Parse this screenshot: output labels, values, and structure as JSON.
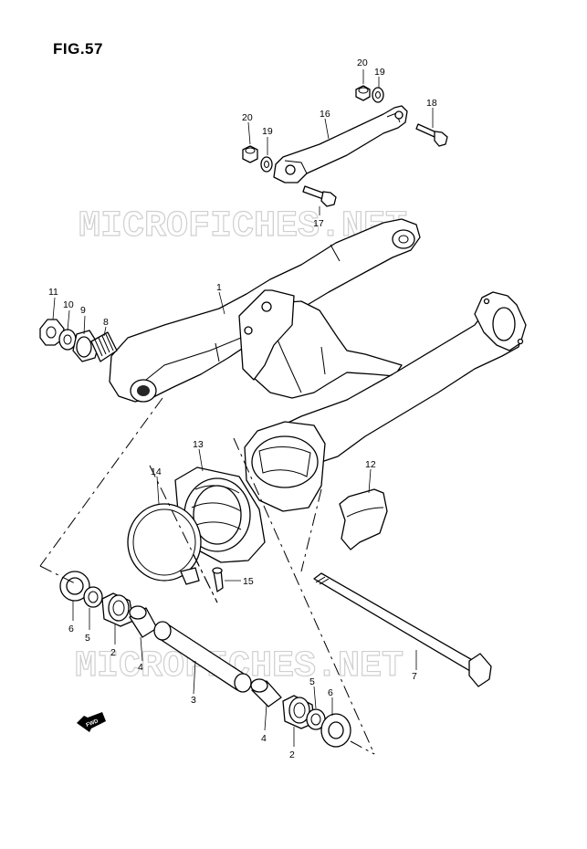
{
  "figure": {
    "title": "FIG.57"
  },
  "watermark": {
    "text_top": "MICROFICHES.NET",
    "text_bottom": "MICROFICHES.NET"
  },
  "direction_badge": {
    "label": "FWD"
  },
  "callouts": [
    "20",
    "19",
    "18",
    "16",
    "20",
    "19",
    "17",
    "11",
    "10",
    "9",
    "8",
    "1",
    "13",
    "14",
    "12",
    "15",
    "6",
    "5",
    "2",
    "4",
    "3",
    "4",
    "2",
    "5",
    "6",
    "7"
  ]
}
